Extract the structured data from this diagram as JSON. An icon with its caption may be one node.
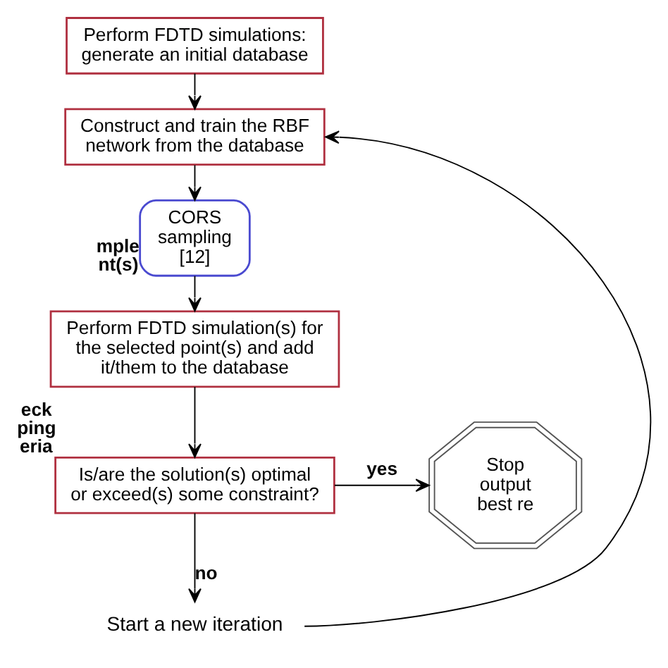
{
  "diagram": {
    "nodes": [
      {
        "text": [
          "Perform FDTD simulations: generate an initial database"
        ]
      },
      {
        "text": [
          "Construct and train the RBF network from the database"
        ]
      },
      {
        "text": [
          "CORS sampling [12]"
        ],
        "beside": [
          "mple nt(s)"
        ]
      },
      {
        "text": [
          "Perform FDTD simulation(s) for the selected point(s) and add it/them to the database"
        ]
      },
      {
        "text": [
          "Is/are the solution(s) optimal or exceed(s) some constraint?"
        ],
        "beside": [
          "eck ping eria"
        ]
      },
      {
        "text": [
          "Stop output best re"
        ]
      },
      {
        "text": [
          "Start a new iteration"
        ]
      }
    ],
    "edges": [
      {
        "from": 0,
        "to": 1,
        "arrow": "to"
      },
      {
        "from": 1,
        "to": 2,
        "arrow": "to"
      },
      {
        "from": 2,
        "to": 3,
        "arrow": "to"
      },
      {
        "from": 3,
        "to": 4,
        "arrow": "to"
      },
      {
        "from": 4,
        "to": 5,
        "arrow": "to",
        "label": "yes"
      },
      {
        "from": 4,
        "to": 6,
        "arrow": "to",
        "label": "no"
      },
      {
        "from": 6,
        "to": 1,
        "arrow": "to"
      }
    ]
  }
}
